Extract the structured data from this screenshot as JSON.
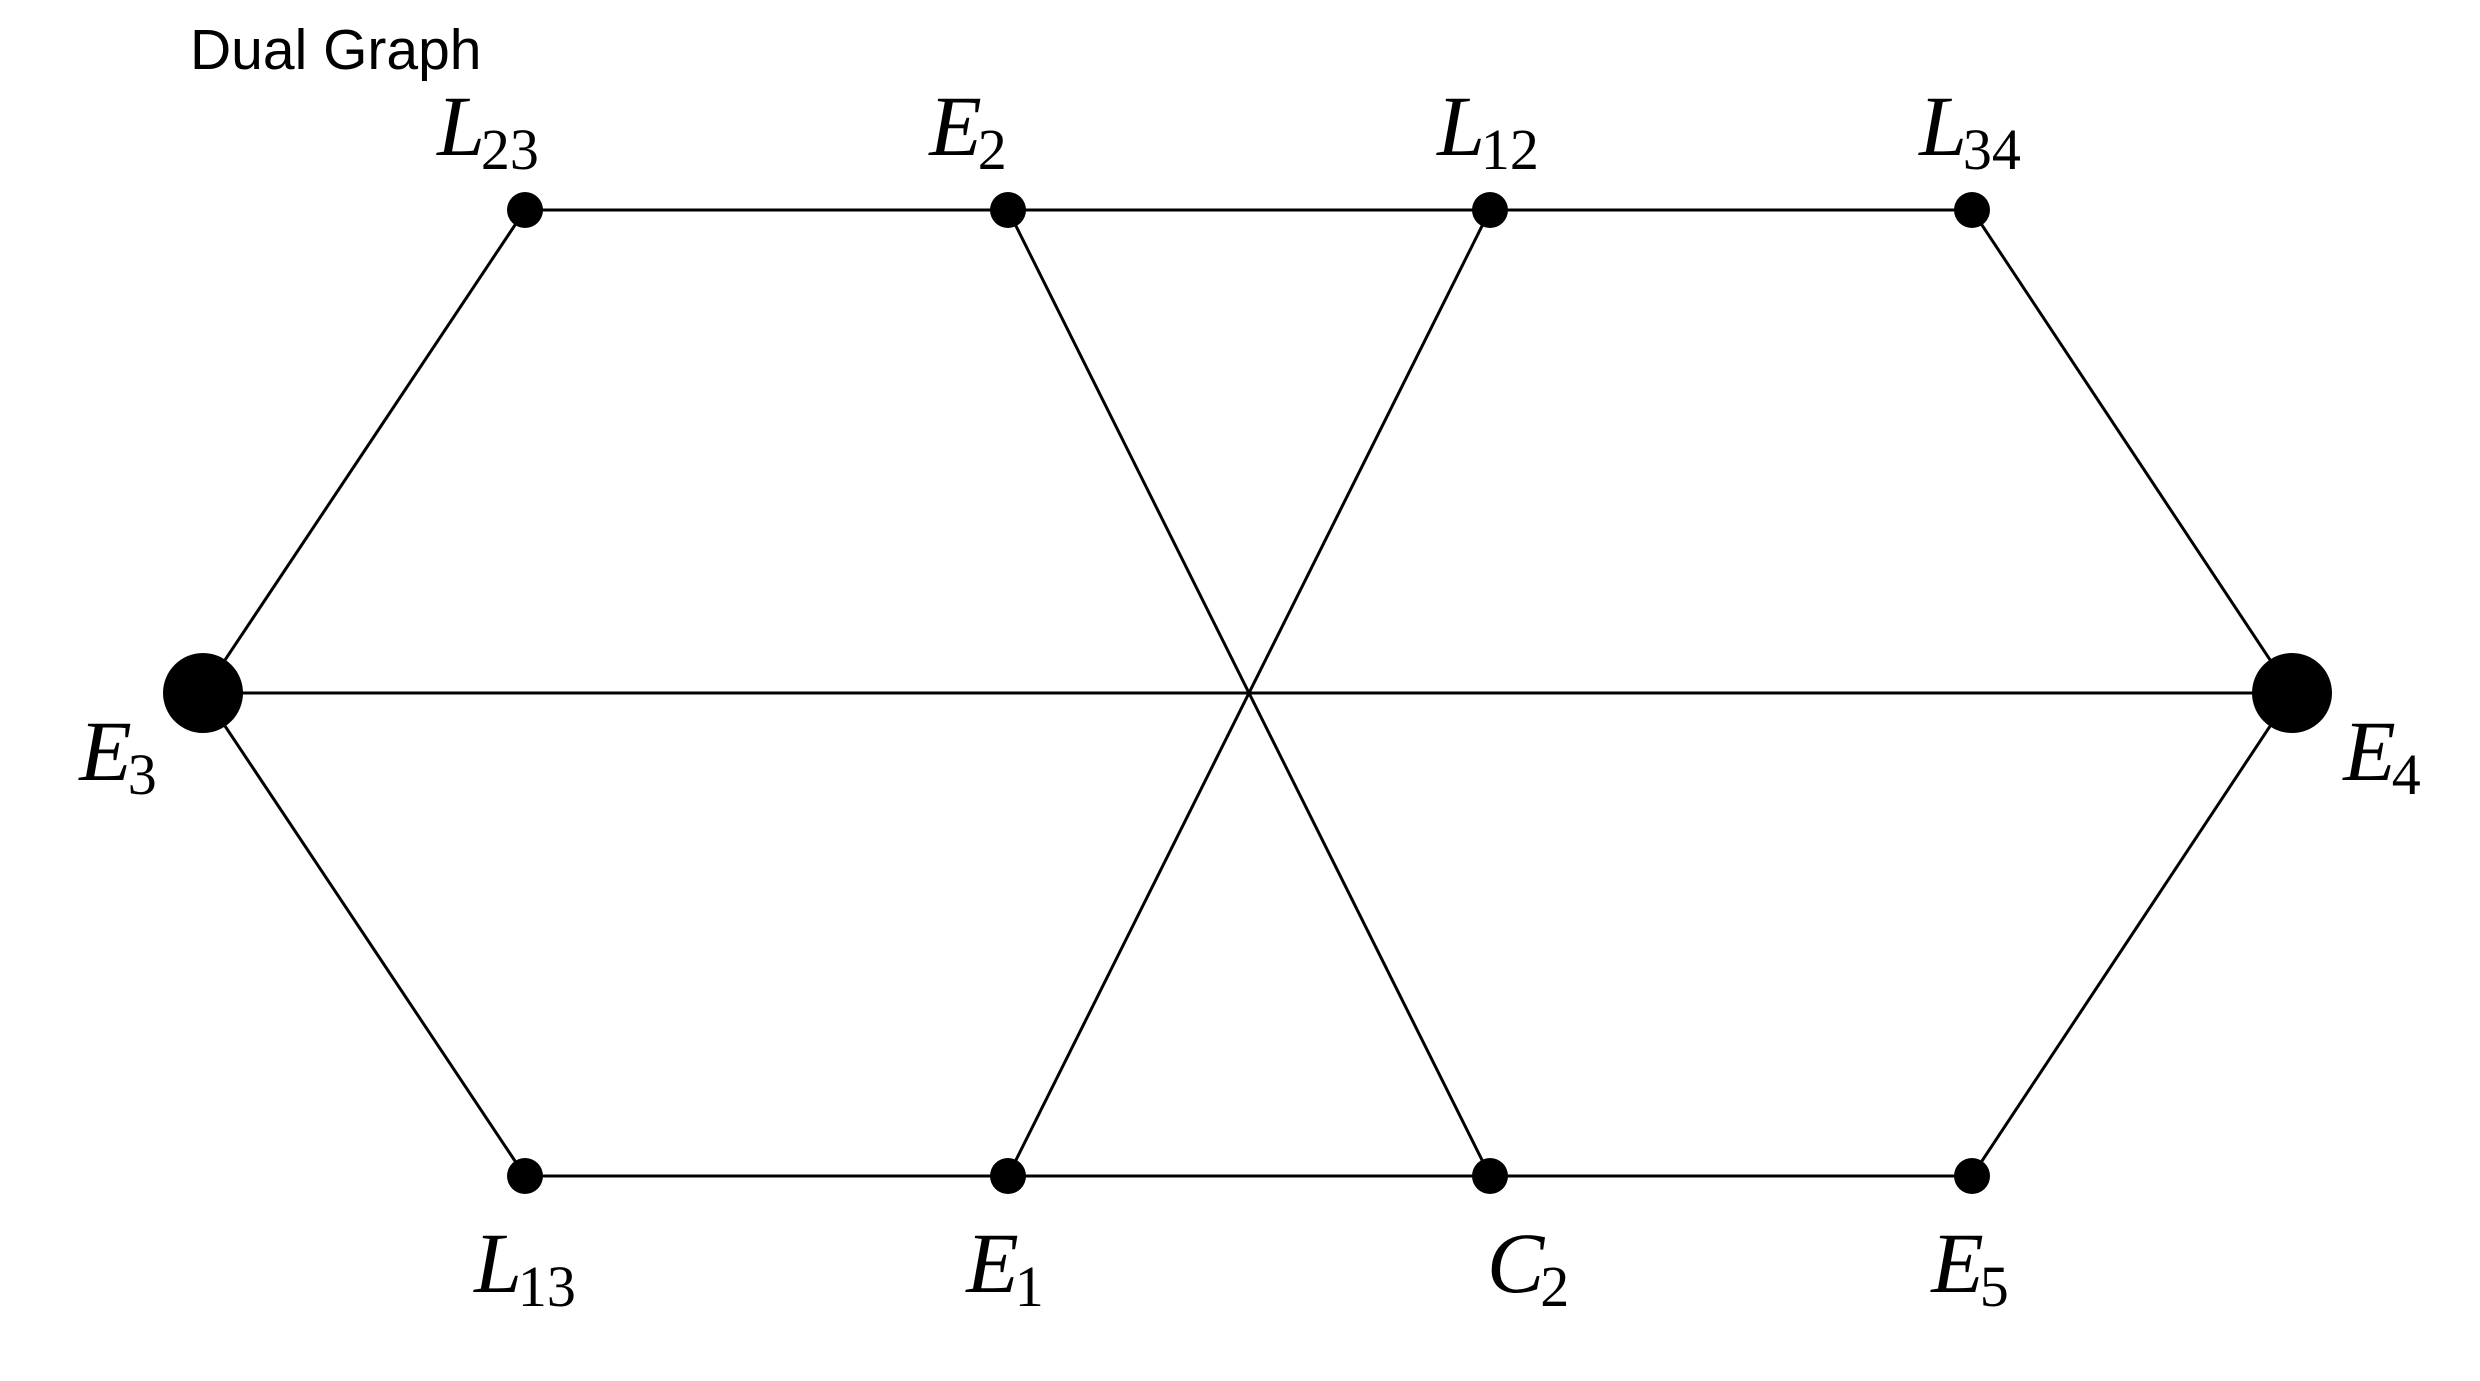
{
  "title": "Dual Graph",
  "colors": {
    "node": "#000000",
    "edge": "#000000",
    "background": "#ffffff"
  },
  "nodes": [
    {
      "id": "L23",
      "base": "L",
      "sub": "23",
      "size": "small"
    },
    {
      "id": "E2",
      "base": "E",
      "sub": "2",
      "size": "small"
    },
    {
      "id": "L12",
      "base": "L",
      "sub": "12",
      "size": "small"
    },
    {
      "id": "L34",
      "base": "L",
      "sub": "34",
      "size": "small"
    },
    {
      "id": "E3",
      "base": "E",
      "sub": "3",
      "size": "large"
    },
    {
      "id": "E4",
      "base": "E",
      "sub": "4",
      "size": "large"
    },
    {
      "id": "L13",
      "base": "L",
      "sub": "13",
      "size": "small"
    },
    {
      "id": "E1",
      "base": "E",
      "sub": "1",
      "size": "small"
    },
    {
      "id": "C2",
      "base": "C",
      "sub": "2",
      "size": "small"
    },
    {
      "id": "E5",
      "base": "E",
      "sub": "5",
      "size": "small"
    }
  ],
  "edges": [
    [
      "L23",
      "E2"
    ],
    [
      "E2",
      "L12"
    ],
    [
      "L12",
      "L34"
    ],
    [
      "L13",
      "E1"
    ],
    [
      "E1",
      "C2"
    ],
    [
      "C2",
      "E5"
    ],
    [
      "E3",
      "L23"
    ],
    [
      "E3",
      "L13"
    ],
    [
      "E3",
      "E4"
    ],
    [
      "E4",
      "L34"
    ],
    [
      "E4",
      "E5"
    ],
    [
      "E2",
      "C2"
    ],
    [
      "L12",
      "E1"
    ]
  ]
}
